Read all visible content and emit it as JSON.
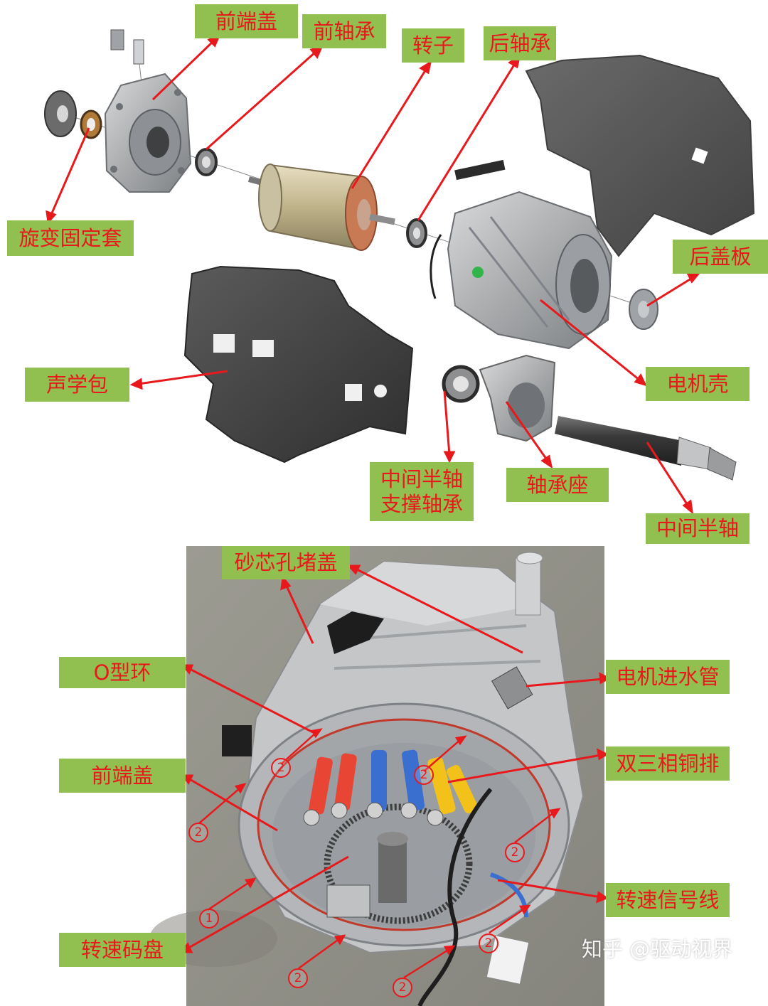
{
  "exploded_labels": {
    "front_end_cover": "前端盖",
    "front_bearing": "前轴承",
    "rotor": "转子",
    "rear_bearing": "后轴承",
    "resolver_sleeve": "旋变固定套",
    "rear_cover_plate": "后盖板",
    "acoustic_pack": "声学包",
    "motor_housing": "电机壳",
    "mid_shaft_bearing": "中间半轴\n支撑轴承",
    "bearing_seat": "轴承座",
    "mid_half_shaft": "中间半轴"
  },
  "assembled_labels": {
    "sand_core_plug": "砂芯孔堵盖",
    "o_ring": "O型环",
    "water_inlet": "电机进水管",
    "front_end_cover": "前端盖",
    "copper_busbar": "双三相铜排",
    "speed_signal_line": "转速信号线",
    "speed_encoder_disc": "转速码盘"
  },
  "callouts": {
    "one": "1",
    "two": "2"
  },
  "watermark": "知乎 @驱动视界",
  "colors": {
    "label_bg": "#92c050",
    "label_text": "#e8191c",
    "arrow": "#e8191c"
  }
}
